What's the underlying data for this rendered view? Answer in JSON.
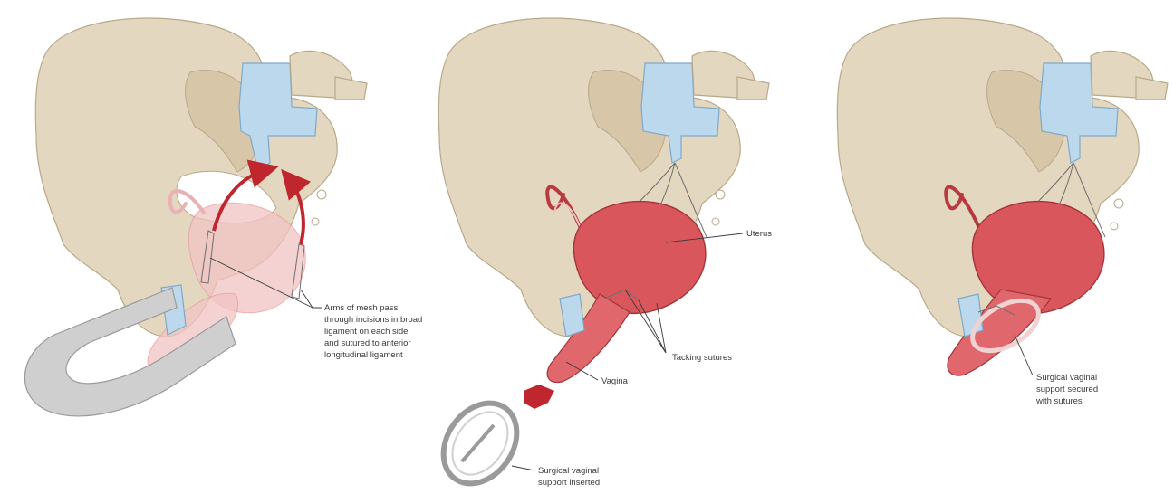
{
  "labels": {
    "mesh_line1": "Arms of mesh pass",
    "mesh_line2": "through incisions in broad",
    "mesh_line3": "ligament on each side",
    "mesh_line4": "and sutured to anterior",
    "mesh_line5": "longitudinal ligament",
    "uterus": "Uterus",
    "tacking": "Tacking sutures",
    "vagina": "Vagina",
    "support_inserted_line1": "Surgical vaginal",
    "support_inserted_line2": "support inserted",
    "support_secured_line1": "Surgical vaginal",
    "support_secured_line2": "support secured",
    "support_secured_line3": "with sutures"
  },
  "colors": {
    "bone": "#e4d7bf",
    "spine_disc": "#bcd8ec",
    "uterus": "#d9575c",
    "arrow_red": "#c0262d",
    "support_device": "#c8c8c8"
  }
}
